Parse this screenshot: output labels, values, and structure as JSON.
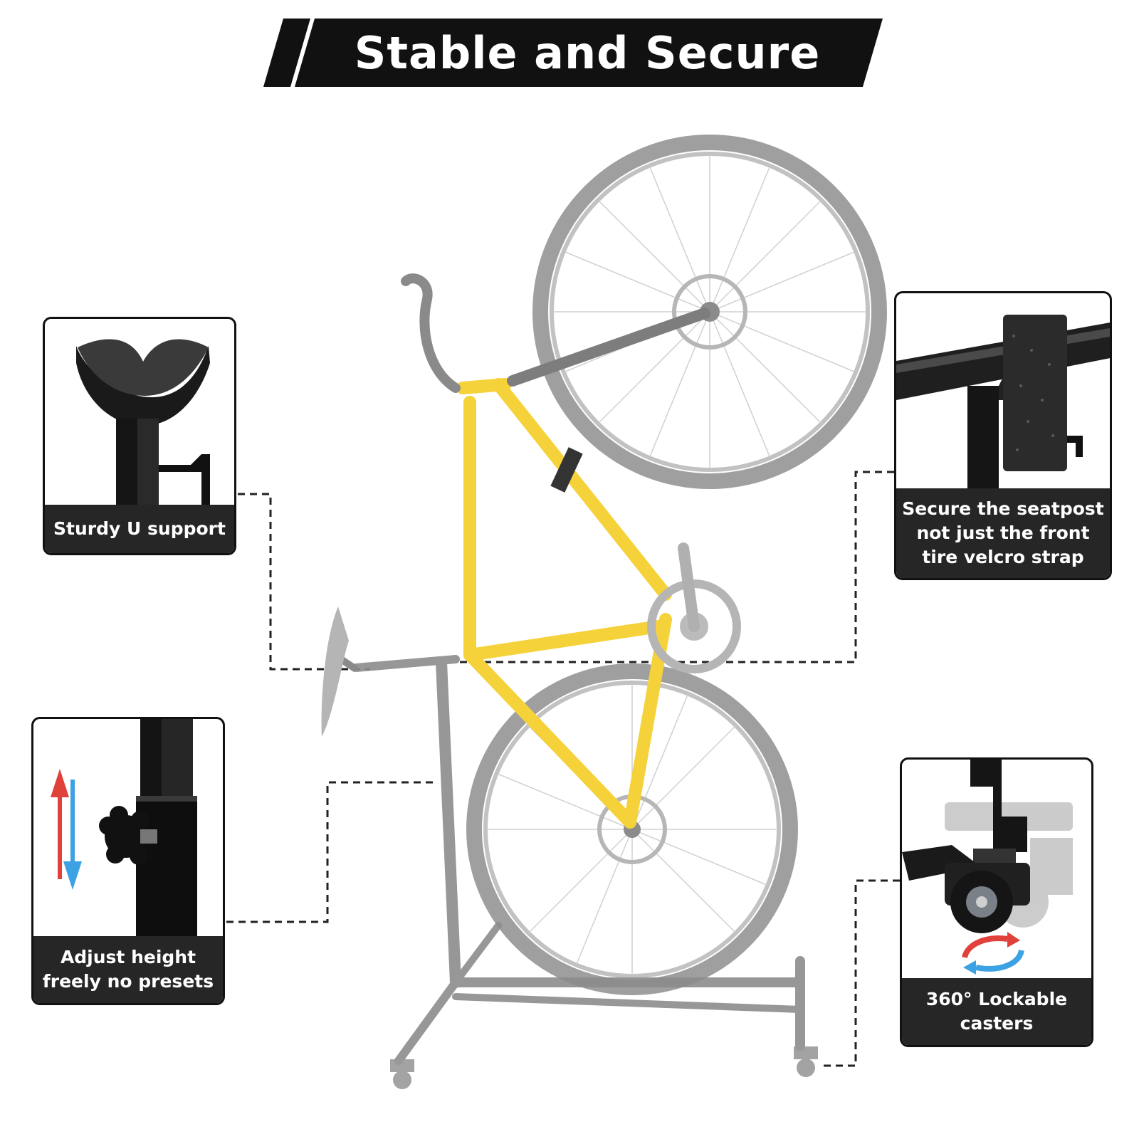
{
  "title": "Stable and Secure",
  "colors": {
    "banner": "#111111",
    "bike_frame": "#f5d23a",
    "bike_parts": "#9a9a9a",
    "stand": "#8c8c8c",
    "caption_bg": "#262626",
    "arrow_up": "#e0413a",
    "arrow_down": "#3da2e3"
  },
  "callouts": {
    "u_support": {
      "label": "Sturdy U support",
      "icon": "u-saddle-support-icon"
    },
    "height": {
      "label": "Adjust height\nfreely no presets",
      "icon": "height-knob-icon"
    },
    "seatpost": {
      "label": "Secure the seatpost\nnot just the front\ntire velcro strap",
      "icon": "velcro-strap-icon"
    },
    "caster": {
      "label": "360° Lockable\ncasters",
      "icon": "lockable-caster-icon"
    }
  }
}
